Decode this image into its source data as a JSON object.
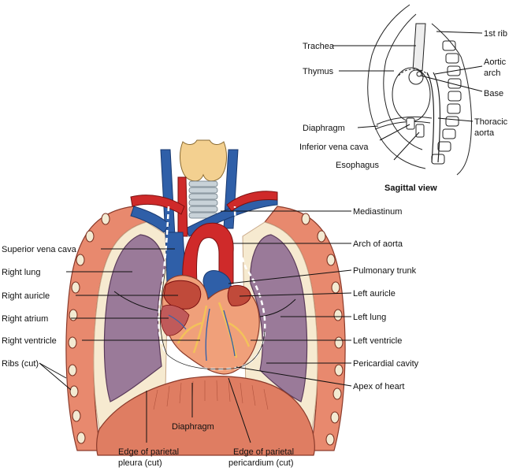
{
  "labels": {
    "superior_vena_cava": "Superior vena cava",
    "right_lung": "Right lung",
    "right_auricle": "Right auricle",
    "right_atrium": "Right atrium",
    "right_ventricle": "Right ventricle",
    "ribs_cut": "Ribs (cut)",
    "mediastinum": "Mediastinum",
    "arch_of_aorta": "Arch of aorta",
    "pulmonary_trunk": "Pulmonary trunk",
    "left_auricle": "Left auricle",
    "left_lung": "Left lung",
    "left_ventricle": "Left ventricle",
    "pericardial_cavity": "Pericardial cavity",
    "apex_of_heart": "Apex of heart",
    "diaphragm": "Diaphragm",
    "edge_parietal_pleura_1": "Edge of parietal",
    "edge_parietal_pleura_2": "pleura (cut)",
    "edge_parietal_pericardium_1": "Edge of parietal",
    "edge_parietal_pericardium_2": "pericardium (cut)"
  },
  "sagittal": {
    "title": "Sagittal view",
    "trachea": "Trachea",
    "thymus": "Thymus",
    "diaphragm": "Diaphragm",
    "inferior_vena_cava": "Inferior vena cava",
    "esophagus": "Esophagus",
    "first_rib": "1st rib",
    "aortic_arch_1": "Aortic",
    "aortic_arch_2": "arch",
    "base": "Base",
    "thoracic_aorta_1": "Thoracic",
    "thoracic_aorta_2": "aorta"
  }
}
